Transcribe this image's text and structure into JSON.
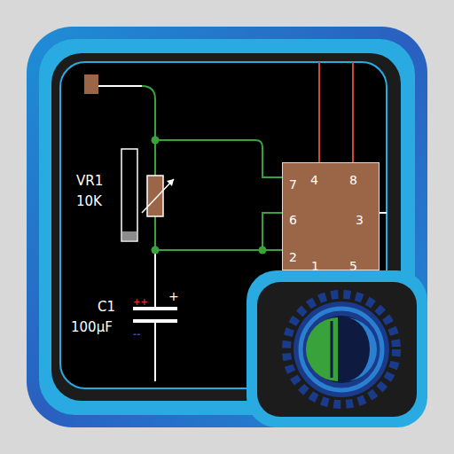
{
  "diagram": {
    "nodes": [
      {
        "text": [
          "7",
          "4",
          "8",
          "6",
          "3",
          "2",
          "1",
          "5"
        ]
      }
    ],
    "labels": [
      "VR1",
      "10K",
      "C1",
      "100µF",
      "++",
      "--",
      "+"
    ]
  }
}
